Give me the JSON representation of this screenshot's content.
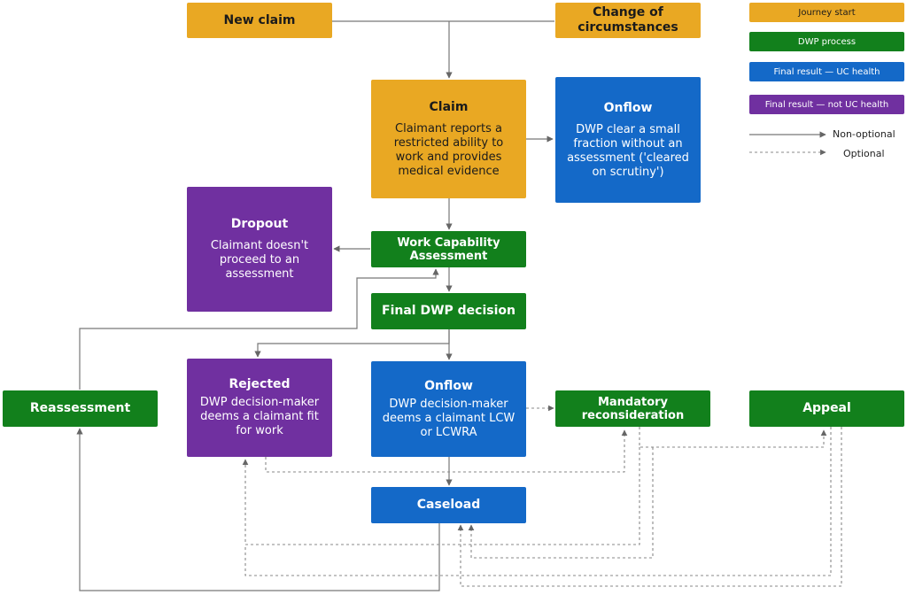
{
  "colors": {
    "journey_start": "#e9a823",
    "dwp_process": "#12801c",
    "uc_health": "#1469c8",
    "not_uc_health": "#7030a0",
    "line": "#777777"
  },
  "nodes": {
    "new_claim": {
      "title": "New claim"
    },
    "change_of_circumstances": {
      "title": "Change of circumstances"
    },
    "claim": {
      "title": "Claim",
      "body": "Claimant reports a restricted ability to work and provides medical evidence"
    },
    "onflow_top": {
      "title": "Onflow",
      "body": "DWP clear a small fraction without an assessment ('cleared on scrutiny')"
    },
    "dropout": {
      "title": "Dropout",
      "body": "Claimant doesn't proceed to an assessment"
    },
    "wca": {
      "title": "Work Capability Assessment"
    },
    "final_decision": {
      "title": "Final DWP decision"
    },
    "reassessment": {
      "title": "Reassessment"
    },
    "rejected": {
      "title": "Rejected",
      "body": "DWP decision-maker deems a claimant fit for work"
    },
    "onflow_mid": {
      "title": "Onflow",
      "body": "DWP decision-maker deems a claimant LCW or LCWRA"
    },
    "mandatory_reconsideration": {
      "title": "Mandatory reconsideration"
    },
    "appeal": {
      "title": "Appeal"
    },
    "caseload": {
      "title": "Caseload"
    }
  },
  "legend": {
    "journey_start": "Journey start",
    "dwp_process": "DWP process",
    "uc_health": "Final result — UC health",
    "not_uc_health": "Final result — not UC health",
    "non_optional": "Non-optional",
    "optional": "Optional"
  }
}
